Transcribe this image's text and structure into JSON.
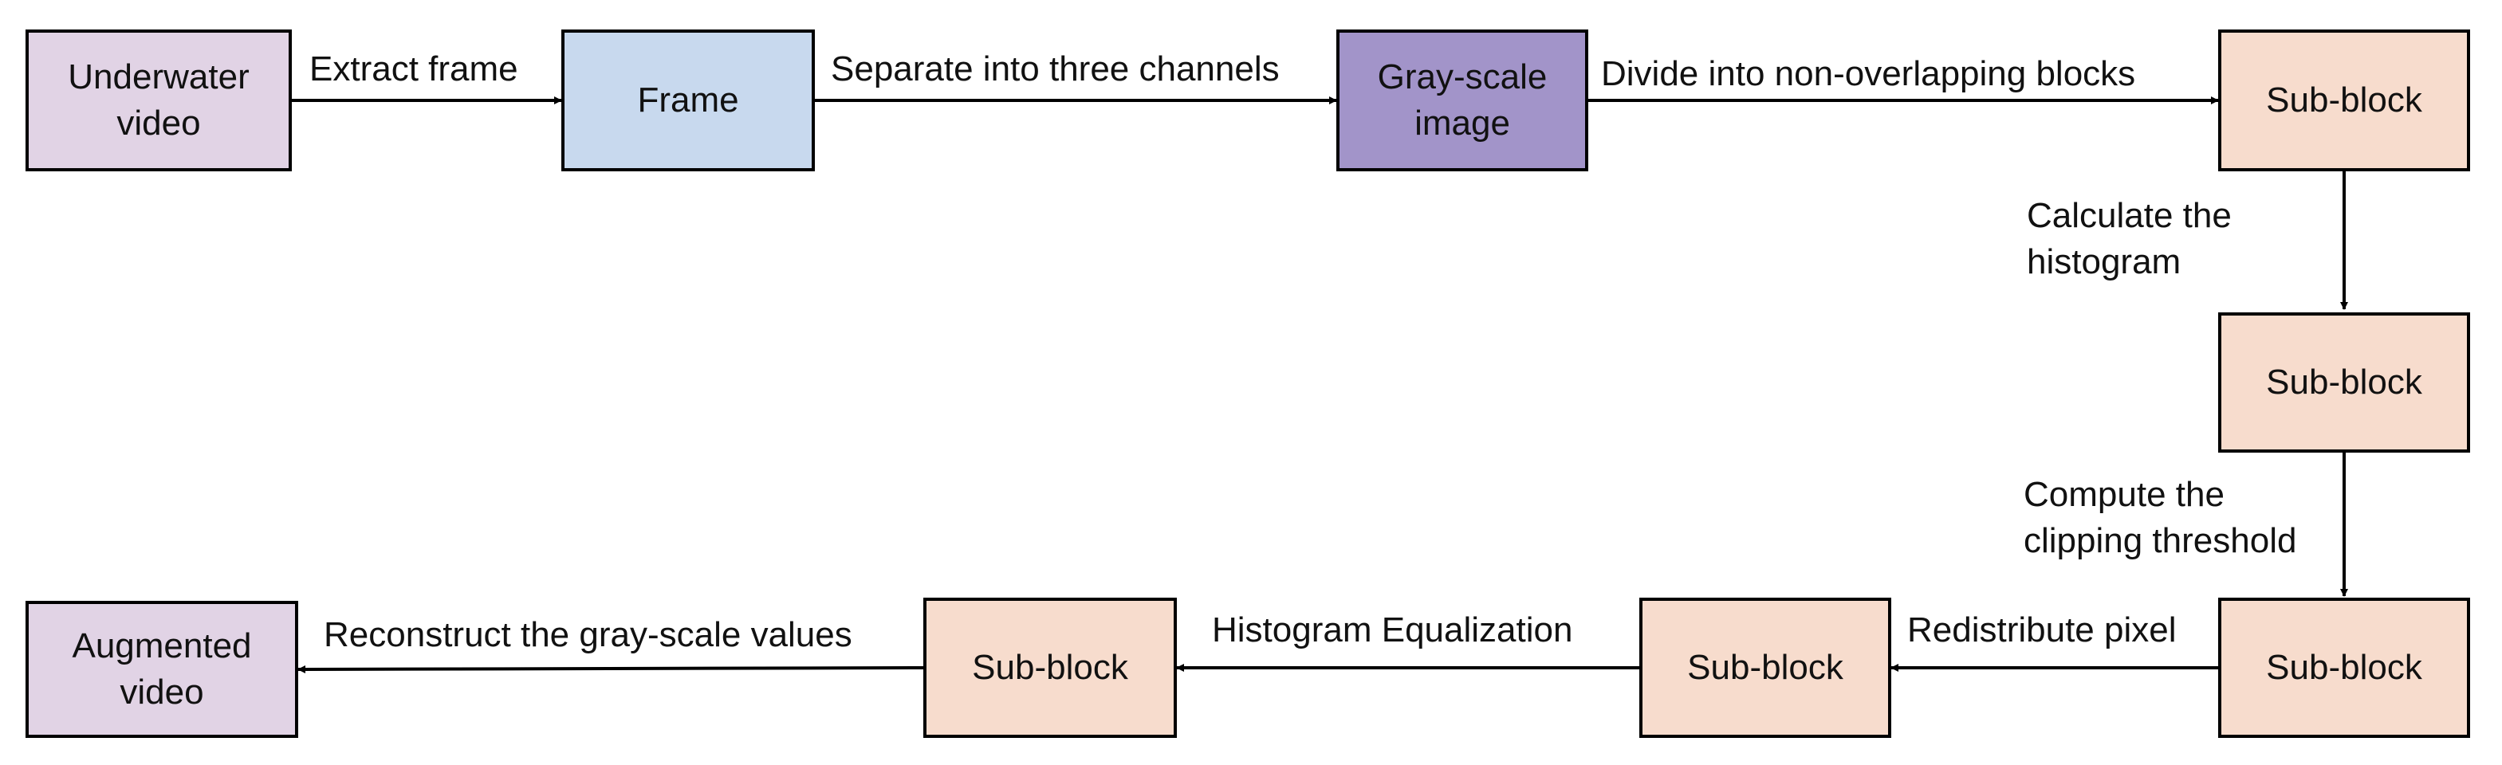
{
  "nodes": {
    "underwater_video": {
      "label": "Underwater\nvideo",
      "fill": "#e1d3e5"
    },
    "frame": {
      "label": "Frame",
      "fill": "#c8d9ee"
    },
    "grayscale_image": {
      "label": "Gray-scale\nimage",
      "fill": "#a294c9"
    },
    "sub_block_1": {
      "label": "Sub-block",
      "fill": "#f7dccd"
    },
    "sub_block_2": {
      "label": "Sub-block",
      "fill": "#f7dccd"
    },
    "sub_block_3": {
      "label": "Sub-block",
      "fill": "#f7dccd"
    },
    "sub_block_4": {
      "label": "Sub-block",
      "fill": "#f7dccd"
    },
    "sub_block_5": {
      "label": "Sub-block",
      "fill": "#f7dccd"
    },
    "augmented_video": {
      "label": "Augmented\nvideo",
      "fill": "#e1d3e5"
    }
  },
  "edges": {
    "extract_frame": "Extract frame",
    "separate_channels": "Separate into three channels",
    "divide_blocks": "Divide into non-overlapping blocks",
    "calculate_histogram": "Calculate the\nhistogram",
    "compute_threshold": "Compute the\nclipping threshold",
    "redistribute_pixel": "Redistribute pixel",
    "histogram_equalization": "Histogram Equalization",
    "reconstruct_values": "Reconstruct the gray-scale values"
  },
  "colors": {
    "stroke": "#000000"
  }
}
